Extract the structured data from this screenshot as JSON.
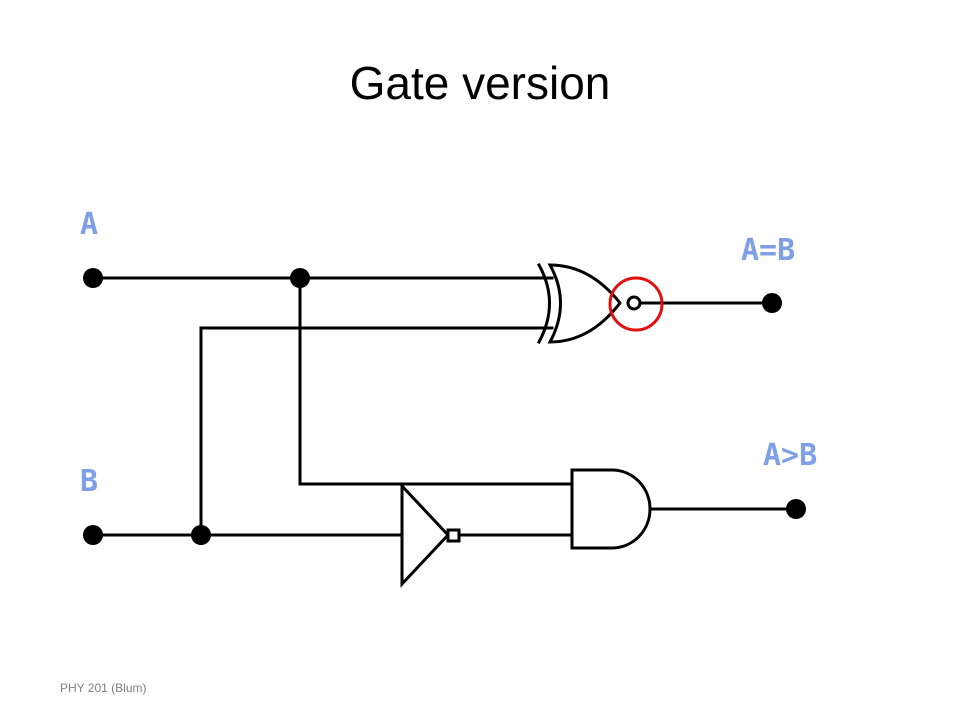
{
  "slide": {
    "title": "Gate version",
    "footer": "PHY 201 (Blum)"
  },
  "diagram": {
    "input_a_label": "A",
    "input_b_label": "B",
    "output_eq_label": "A=B",
    "output_gt_label": "A>B",
    "gates": [
      "xnor",
      "not",
      "and"
    ],
    "label_color": "#7f9fe6",
    "highlight_color": "#e01010"
  }
}
